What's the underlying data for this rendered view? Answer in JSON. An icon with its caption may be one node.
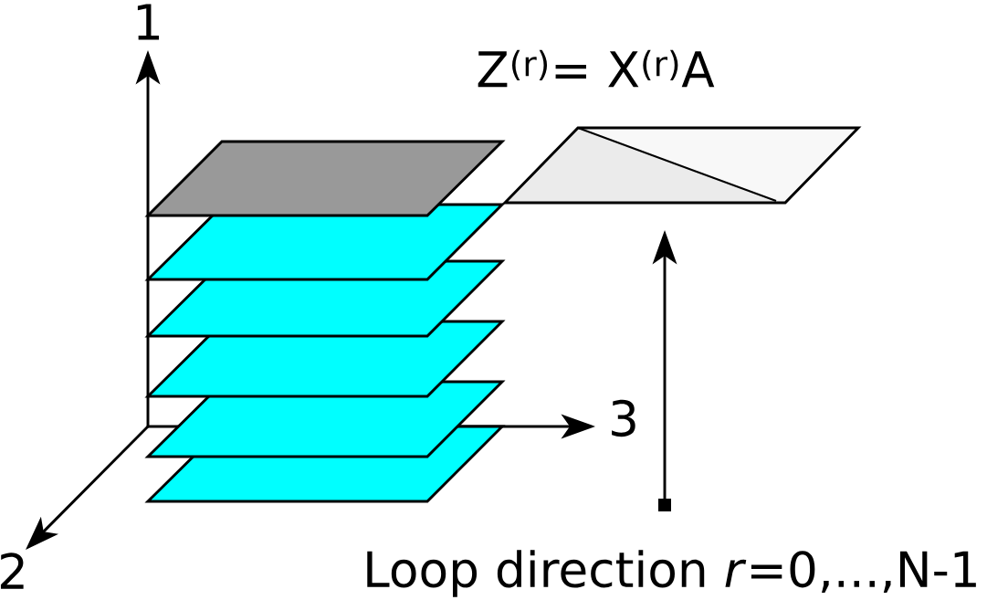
{
  "diagram": {
    "labels": [
      "1",
      "Z$^{(r)}$= X$^{(r)}$A",
      "3",
      "2",
      "Loop direction *r*=0,...,N-1"
    ]
  }
}
